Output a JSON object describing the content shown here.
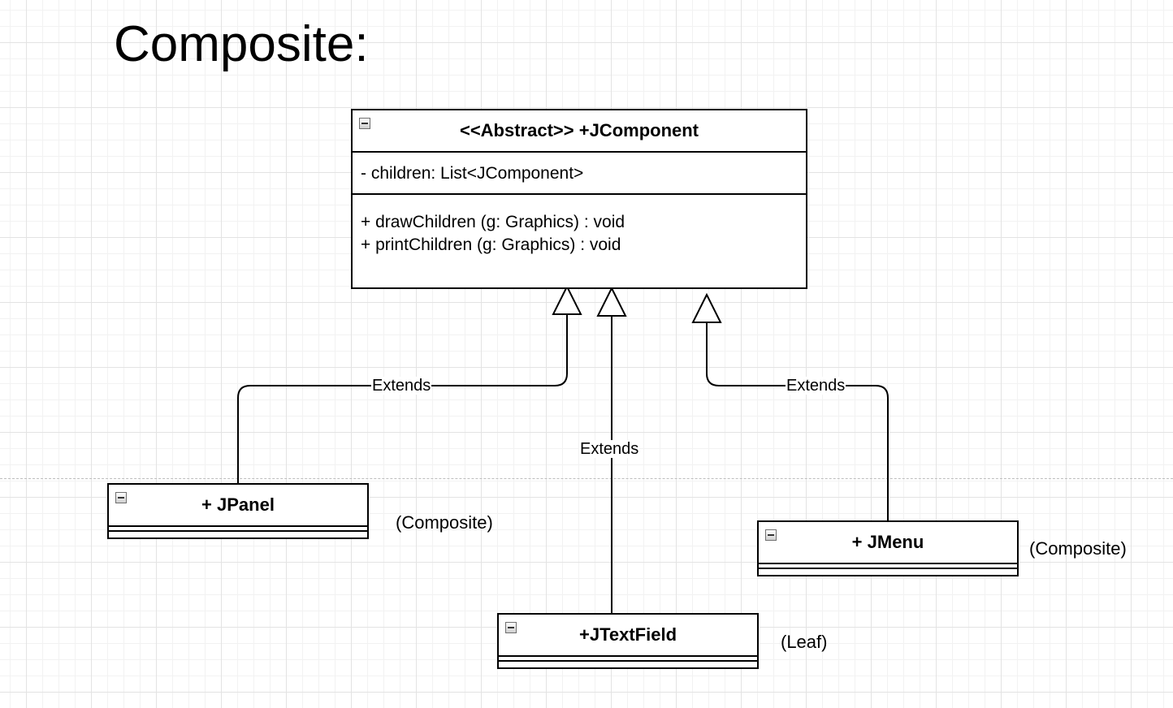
{
  "diagram": {
    "title": "Composite:",
    "abstract_class": {
      "name": "<<Abstract>> +JComponent",
      "attributes": [
        "- children: List<JComponent>"
      ],
      "operations": [
        "+ drawChildren (g: Graphics) : void",
        "+ printChildren (g: Graphics) : void"
      ]
    },
    "subclasses": {
      "panel": {
        "name": "+ JPanel",
        "role": "(Composite)"
      },
      "text_field": {
        "name": "+JTextField",
        "role": "(Leaf)"
      },
      "menu": {
        "name": "+ JMenu",
        "role": "(Composite)"
      }
    },
    "edges": {
      "panel_label": "Extends",
      "text_field_label": "Extends",
      "menu_label": "Extends"
    },
    "icons": {
      "collapse": "collapse-minus-icon"
    }
  }
}
